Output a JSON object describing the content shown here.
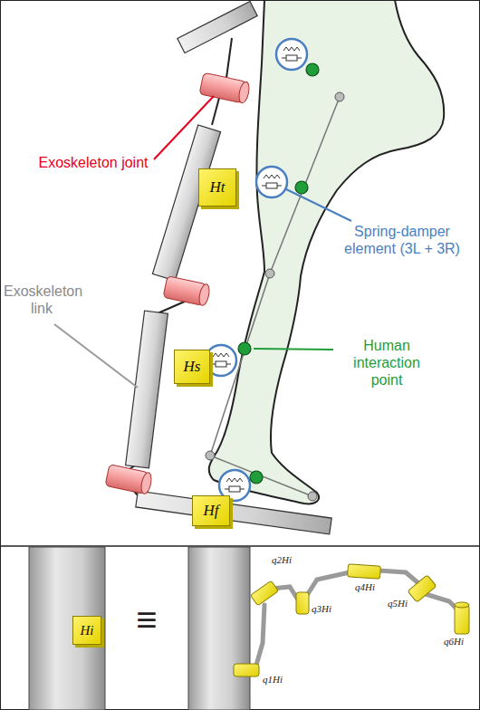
{
  "diagram": {
    "nodes": [
      {
        "text": [
          "Ht"
        ]
      },
      {
        "text": [
          "Hs"
        ]
      },
      {
        "text": [
          "Hf"
        ]
      },
      {
        "text": [
          "Hi"
        ]
      }
    ],
    "labels": [
      "Exoskeleton joint",
      "Spring-damper element (3L + 3R)",
      "Exoskeleton link",
      "Human interaction point",
      "≡",
      "q1Hi",
      "q2Hi",
      "q3Hi",
      "q4Hi",
      "q5Hi",
      "q6Hi"
    ]
  }
}
